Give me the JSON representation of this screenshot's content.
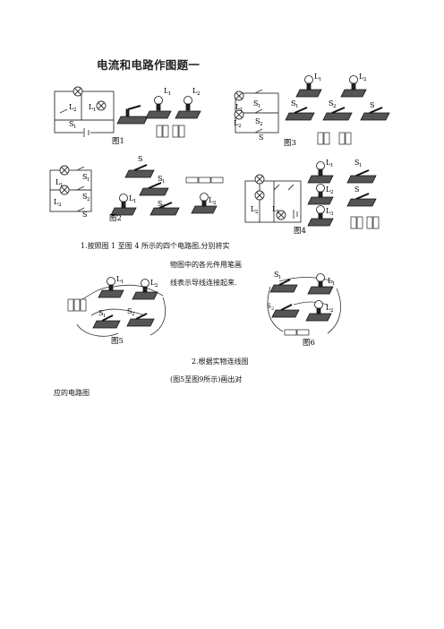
{
  "title": "电流和电路作图题一",
  "figures": {
    "fig1": {
      "caption": "图1",
      "labels": [
        "L₁",
        "L₂",
        "S₁"
      ]
    },
    "fig2": {
      "caption": "图2",
      "labels": [
        "S",
        "S₁",
        "S₂",
        "L₁",
        "L₂"
      ]
    },
    "fig3": {
      "caption": "图3",
      "labels": [
        "L₁",
        "L₂",
        "S₁",
        "S₂",
        "S"
      ]
    },
    "fig4": {
      "caption": "图4",
      "labels": [
        "L₁",
        "L₂",
        "L₃",
        "S₁",
        "S"
      ]
    },
    "fig5": {
      "caption": "图5",
      "labels": [
        "L₁",
        "L₂",
        "S₁",
        "S₂"
      ]
    },
    "fig6": {
      "caption": "图6",
      "labels": [
        "S₁",
        "S₂",
        "L₁",
        "L₂"
      ]
    }
  },
  "questions": {
    "q1_line1": "1.按照图 1 至图 4 所示的四个电路图,分别将实",
    "q1_line2": "物图中的各元件用笔画",
    "q1_line3": "线表示导线连接起来.",
    "q2_line1": "2.根据实物连线图",
    "q2_line2": "(图5至图9所示)画出对",
    "q2_line3": "应的电路图"
  }
}
